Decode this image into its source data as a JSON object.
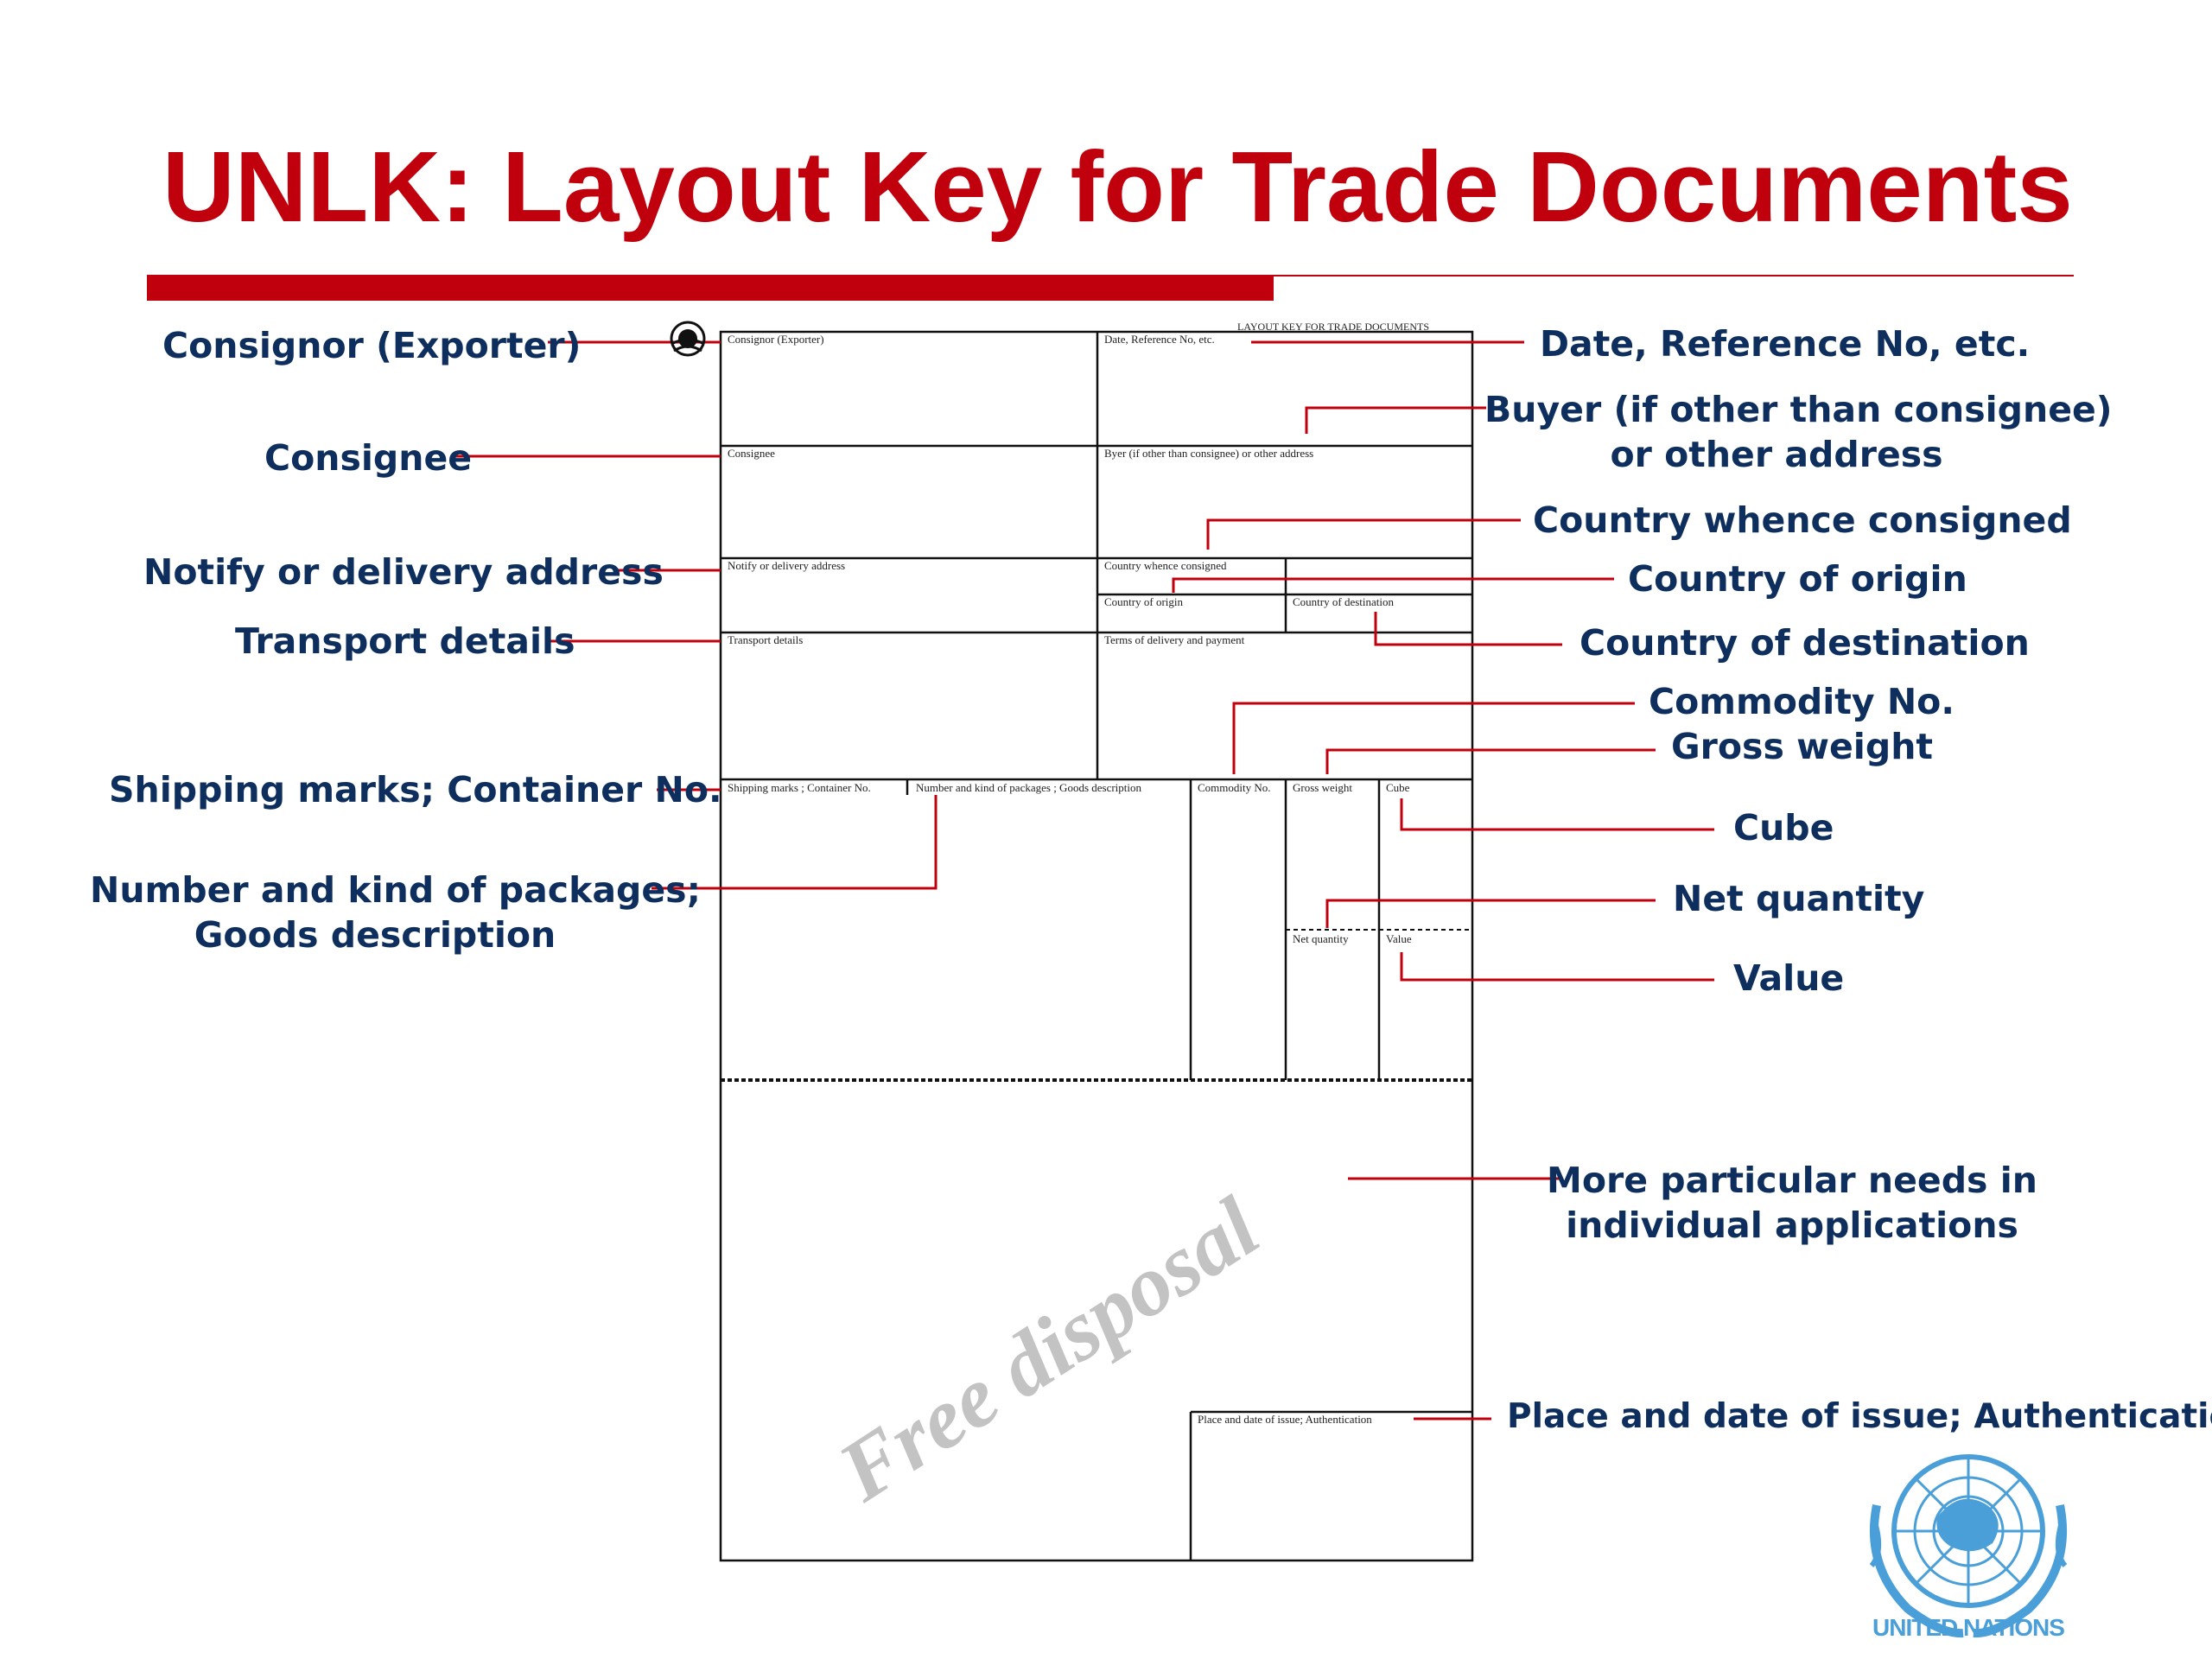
{
  "title": "UNLK: Layout Key for Trade Documents",
  "colors": {
    "title": "#c0000c",
    "callout_text": "#0e2f5e",
    "leader_line": "#c0000c",
    "un_blue": "#4a9fd8"
  },
  "callouts_left": {
    "consignor": "Consignor (Exporter)",
    "consignee": "Consignee",
    "notify": "Notify or delivery address",
    "transport": "Transport details",
    "shipping_marks": "Shipping marks; Container No.",
    "packages_line1": "Number and kind of packages;",
    "packages_line2": "Goods description"
  },
  "callouts_right": {
    "date_ref": "Date, Reference No, etc.",
    "buyer_line1": "Buyer (if other than consignee)",
    "buyer_line2": "or other address",
    "country_whence": "Country whence consigned",
    "country_origin": "Country of origin",
    "country_destination": "Country of destination",
    "commodity": "Commodity No.",
    "gross_weight": "Gross weight",
    "cube": "Cube",
    "net_quantity": "Net quantity",
    "value": "Value",
    "particular_line1": "More particular needs in",
    "particular_line2": "individual applications",
    "place_date": "Place and date of issue; Authentication"
  },
  "form": {
    "header": "LAYOUT KEY FOR TRADE DOCUMENTS",
    "consignor": "Consignor (Exporter)",
    "date_ref": "Date, Reference No, etc.",
    "consignee": "Consignee",
    "buyer": "Byer (if other than consignee) or other address",
    "notify": "Notify or delivery address",
    "country_whence": "Country whence consigned",
    "country_origin": "Country of origin",
    "country_destination": "Country of destination",
    "transport": "Transport details",
    "terms": "Terms of delivery and payment",
    "shipping_marks": "Shipping marks ; Container No.",
    "packages": "Number and kind of packages ; Goods description",
    "commodity": "Commodity No.",
    "gross_weight": "Gross weight",
    "cube": "Cube",
    "net_quantity": "Net quantity",
    "value": "Value",
    "place_date": "Place and date of issue; Authentication"
  },
  "watermark": "Free disposal",
  "logo": {
    "label": "UNITED NATIONS",
    "icon": "un-emblem-icon",
    "form_icon": "emblem-icon"
  }
}
